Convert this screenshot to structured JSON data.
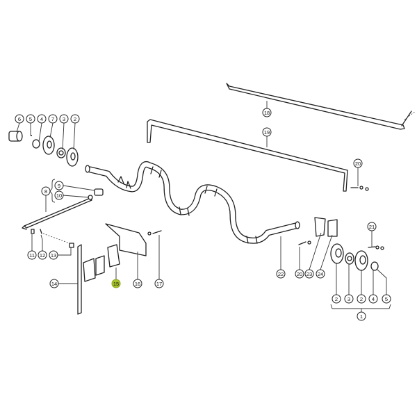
{
  "diagram": {
    "type": "exploded-parts-diagram",
    "highlight_color": "#a9c42a",
    "callouts": [
      {
        "id": "c6",
        "label": "6"
      },
      {
        "id": "c5",
        "label": "5"
      },
      {
        "id": "c4",
        "label": "4"
      },
      {
        "id": "c7",
        "label": "7"
      },
      {
        "id": "c3",
        "label": "3"
      },
      {
        "id": "c2",
        "label": "2"
      },
      {
        "id": "c18",
        "label": "18"
      },
      {
        "id": "c19",
        "label": "19"
      },
      {
        "id": "c20a",
        "label": "20"
      },
      {
        "id": "c9",
        "label": "9"
      },
      {
        "id": "c8",
        "label": "8"
      },
      {
        "id": "c10",
        "label": "10"
      },
      {
        "id": "c11",
        "label": "11"
      },
      {
        "id": "c12",
        "label": "12"
      },
      {
        "id": "c13",
        "label": "13"
      },
      {
        "id": "c14",
        "label": "14"
      },
      {
        "id": "c15",
        "label": "15",
        "highlighted": true
      },
      {
        "id": "c16",
        "label": "16"
      },
      {
        "id": "c17",
        "label": "17"
      },
      {
        "id": "c22",
        "label": "22"
      },
      {
        "id": "c20b",
        "label": "20"
      },
      {
        "id": "c23",
        "label": "23"
      },
      {
        "id": "c24",
        "label": "24"
      },
      {
        "id": "c21",
        "label": "21"
      },
      {
        "id": "c2b",
        "label": "2"
      },
      {
        "id": "c3b",
        "label": "3"
      },
      {
        "id": "c2c",
        "label": "2"
      },
      {
        "id": "c4b",
        "label": "4"
      },
      {
        "id": "c5b",
        "label": "5"
      },
      {
        "id": "c1",
        "label": "1"
      }
    ]
  }
}
